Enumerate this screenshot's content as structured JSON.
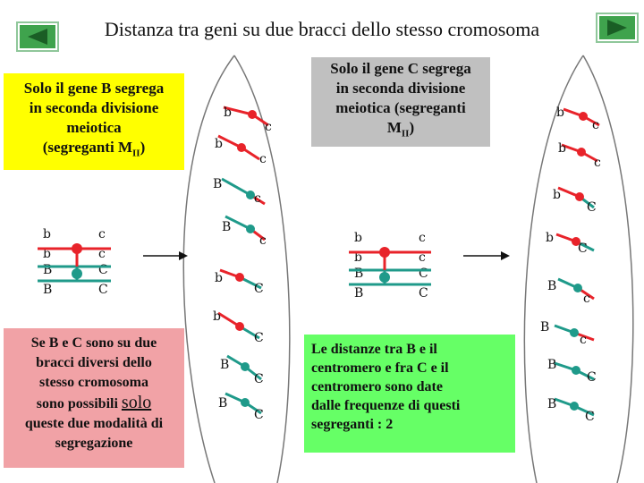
{
  "title": "Distanza tra geni su due bracci dello stesso cromosoma",
  "nav": {
    "back_label": "Indietro",
    "forward_label": "Avanti"
  },
  "box_b": {
    "line1": "Solo il gene B segrega",
    "line2": "in seconda divisione",
    "line3": "meiotica",
    "line4_pre": "(segreganti M",
    "line4_sub": "II",
    "line4_post": ")"
  },
  "box_c": {
    "line1": "Solo il gene C segrega",
    "line2": "in seconda divisione",
    "line3": "meiotica (segreganti",
    "line4_pre": "M",
    "line4_sub": "II",
    "line4_post": ")"
  },
  "box_pink": {
    "line1": "Se B e C sono su due",
    "line2": "bracci diversi dello",
    "line3": "stesso cromosoma",
    "line4_pre": "sono possibili ",
    "line4_solo": "solo",
    "line5": "queste due modalità di",
    "line6": "segregazione"
  },
  "box_green": {
    "line1": "Le distanze tra B e il",
    "line2": "centromero e fra C e il",
    "line3": "centromero sono date",
    "line4": "dalle frequenze di questi",
    "line5": "segreganti : 2"
  },
  "labels": {
    "b": "b",
    "c": "c",
    "B": "B",
    "C": "C"
  },
  "colors": {
    "red": "#e8232a",
    "teal": "#1f9a8a",
    "yellow": "#ffff00",
    "gray": "#c0c0c0",
    "pink": "#f1a2a6",
    "green": "#66ff66",
    "nav_green": "#3fa34d"
  }
}
